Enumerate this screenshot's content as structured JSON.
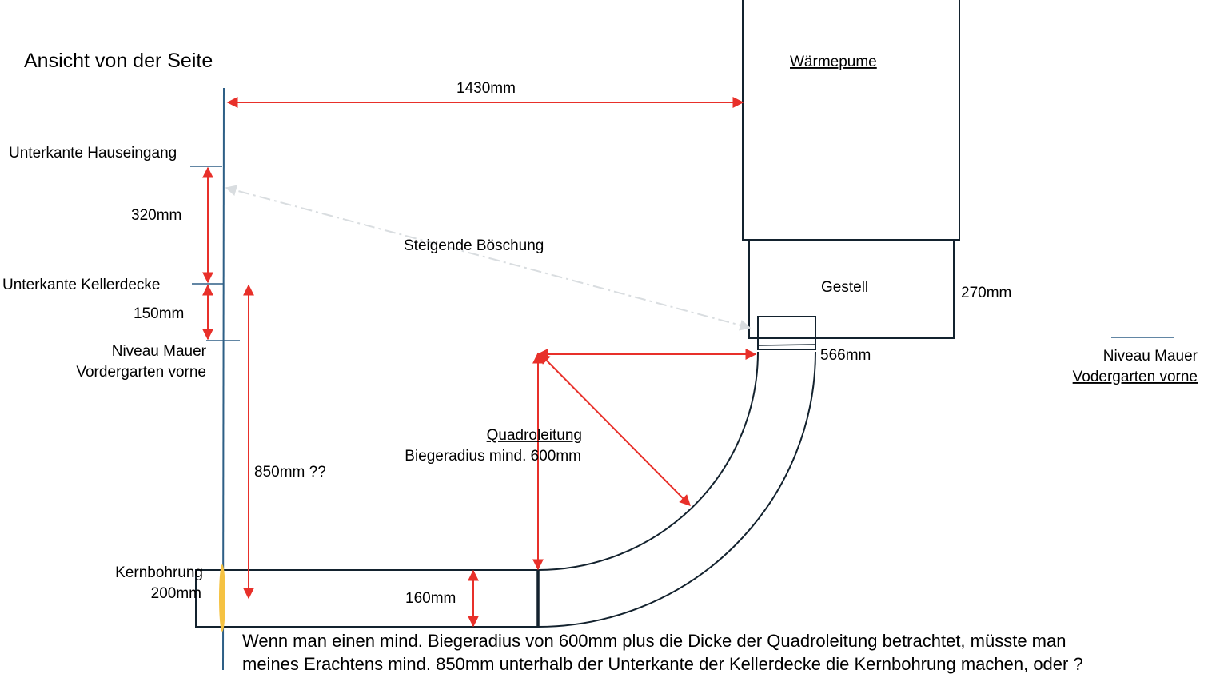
{
  "title": "Ansicht von der Seite",
  "labels": {
    "waermepumpe": "Wärmepume",
    "gestell": "Gestell",
    "dim_1430": "1430mm",
    "unterkante_hauseingang": "Unterkante Hauseingang",
    "dim_320": "320mm",
    "unterkante_kellerdecke": "Unterkante Kellerdecke",
    "dim_150": "150mm",
    "niveau_mauer_left_1": "Niveau Mauer",
    "niveau_mauer_left_2": "Vordergarten vorne",
    "steigende_boeschung": "Steigende Böschung",
    "dim_270": "270mm",
    "dim_566": "566mm",
    "niveau_mauer_right_1": "Niveau Mauer",
    "niveau_mauer_right_2": "Vodergarten vorne",
    "quadroleitung": "Quadroleitung",
    "biegeradius": "Biegeradius mind. 600mm",
    "dim_850": "850mm ??",
    "kernbohrung_1": "Kernbohrung",
    "kernbohrung_2": "200mm",
    "dim_160": "160mm"
  },
  "note": {
    "line1": "Wenn man einen mind. Biegeradius von 600mm plus die Dicke der Quadroleitung betrachtet, müsste man",
    "line2": "meines Erachtens mind. 850mm unterhalb der Unterkante der Kellerdecke die Kernbohrung machen, oder ?"
  },
  "colors": {
    "dimension": "#e8302a",
    "outline": "#13222e",
    "wall": "#2e5f86",
    "core": "#f5c242",
    "slope": "#d9dde0"
  }
}
